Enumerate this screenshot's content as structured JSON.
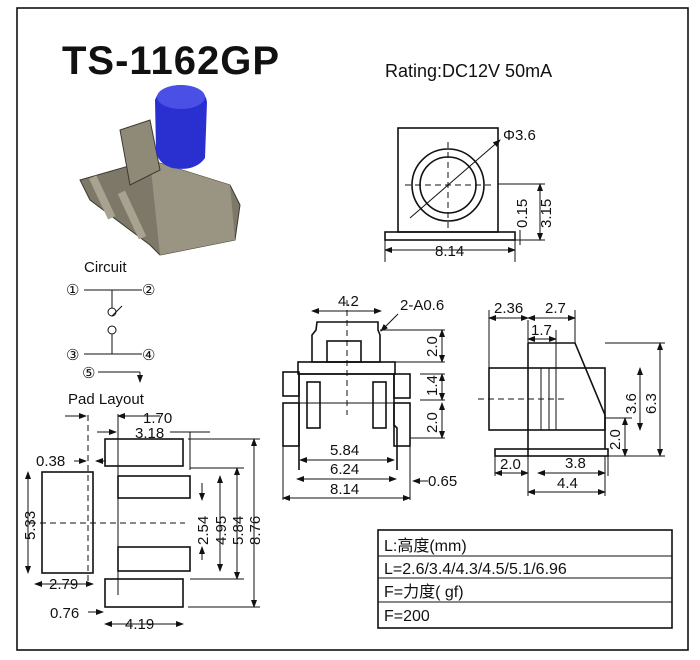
{
  "title": "TS-1162GP",
  "rating": "Rating:DC12V 50mA",
  "circuit": {
    "label": "Circuit",
    "pins": [
      "①",
      "②",
      "③",
      "④",
      "⑤"
    ]
  },
  "pad_layout": {
    "label": "Pad Layout",
    "dims": [
      "1.70",
      "3.18",
      "0.38",
      "5.33",
      "2.54",
      "4.95",
      "5.84",
      "8.76",
      "2.79",
      "0.76",
      "4.19"
    ]
  },
  "top_view": {
    "dims": [
      "Φ3.6",
      "0.15",
      "3.15",
      "8.14"
    ]
  },
  "front_view": {
    "dims": [
      "4.2",
      "2-A0.6",
      "2.0",
      "1.4",
      "2.0",
      "5.84",
      "6.24",
      "8.14",
      "0.65"
    ]
  },
  "side_view": {
    "dims": [
      "2.36",
      "2.7",
      "1.7",
      "3.6",
      "6.3",
      "2.0",
      "2.0",
      "3.8",
      "4.4"
    ]
  },
  "spec_table": {
    "rows": [
      "L:高度(mm)",
      "L=2.6/3.4/4.3/4.5/5.1/6.96",
      "F=力度( gf)",
      "F=200"
    ]
  },
  "colors": {
    "actuator": "#2a2fd0",
    "metal": "#8a8470"
  }
}
